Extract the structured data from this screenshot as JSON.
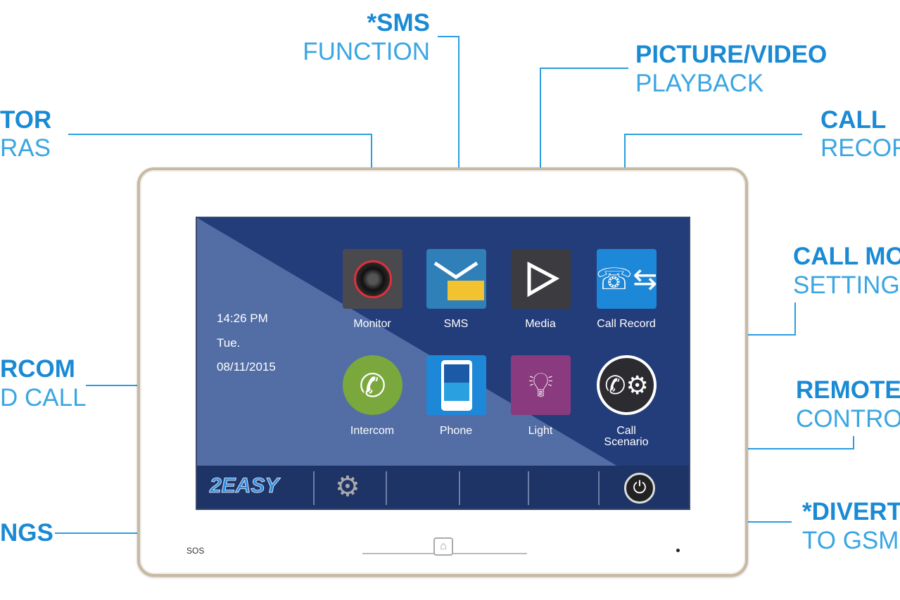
{
  "callouts": {
    "monitor": {
      "bold": "TOR",
      "thin": "RAS"
    },
    "sms": {
      "bold": "*SMS",
      "thin": "FUNCTION"
    },
    "media": {
      "bold": "PICTURE/VIDEO",
      "thin": "PLAYBACK"
    },
    "call_record": {
      "bold": "CALL",
      "thin": "RECOR"
    },
    "call_mode": {
      "bold": "CALL MO",
      "thin": "SETTING"
    },
    "intercom": {
      "bold": "RCOM",
      "thin": "D CALL"
    },
    "remote": {
      "bold": "REMOTE",
      "thin": "CONTRO"
    },
    "settings": {
      "bold": "NGS"
    },
    "divert": {
      "bold": "*DIVERT",
      "thin": "TO GSM"
    }
  },
  "screen": {
    "time": "14:26   PM",
    "day": "Tue.",
    "date": "08/11/2015",
    "apps": [
      "Monitor",
      "SMS",
      "Media",
      "Call Record",
      "Intercom",
      "Phone",
      "Light",
      "Call",
      "Scenario"
    ],
    "logo": "2EASY"
  },
  "device": {
    "sos": "SOS"
  },
  "colors": {
    "accent": "#1a8ad4",
    "line": "#2a9ee0"
  }
}
